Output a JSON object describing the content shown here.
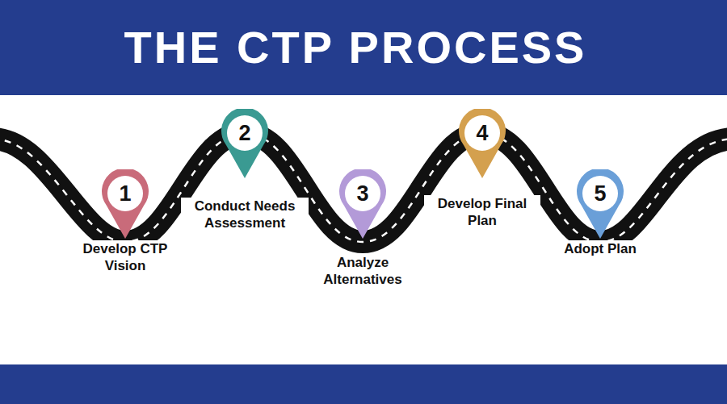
{
  "diagram": {
    "title": "THE CTP PROCESS",
    "nodes": [
      {
        "text": [
          "1",
          "Develop CTP Vision"
        ]
      },
      {
        "text": [
          "2",
          "Conduct Needs Assessment"
        ]
      },
      {
        "text": [
          "3",
          "Analyze Alternatives"
        ]
      },
      {
        "text": [
          "4",
          "Develop Final Plan"
        ]
      },
      {
        "text": [
          "5",
          "Adopt Plan"
        ]
      }
    ]
  }
}
